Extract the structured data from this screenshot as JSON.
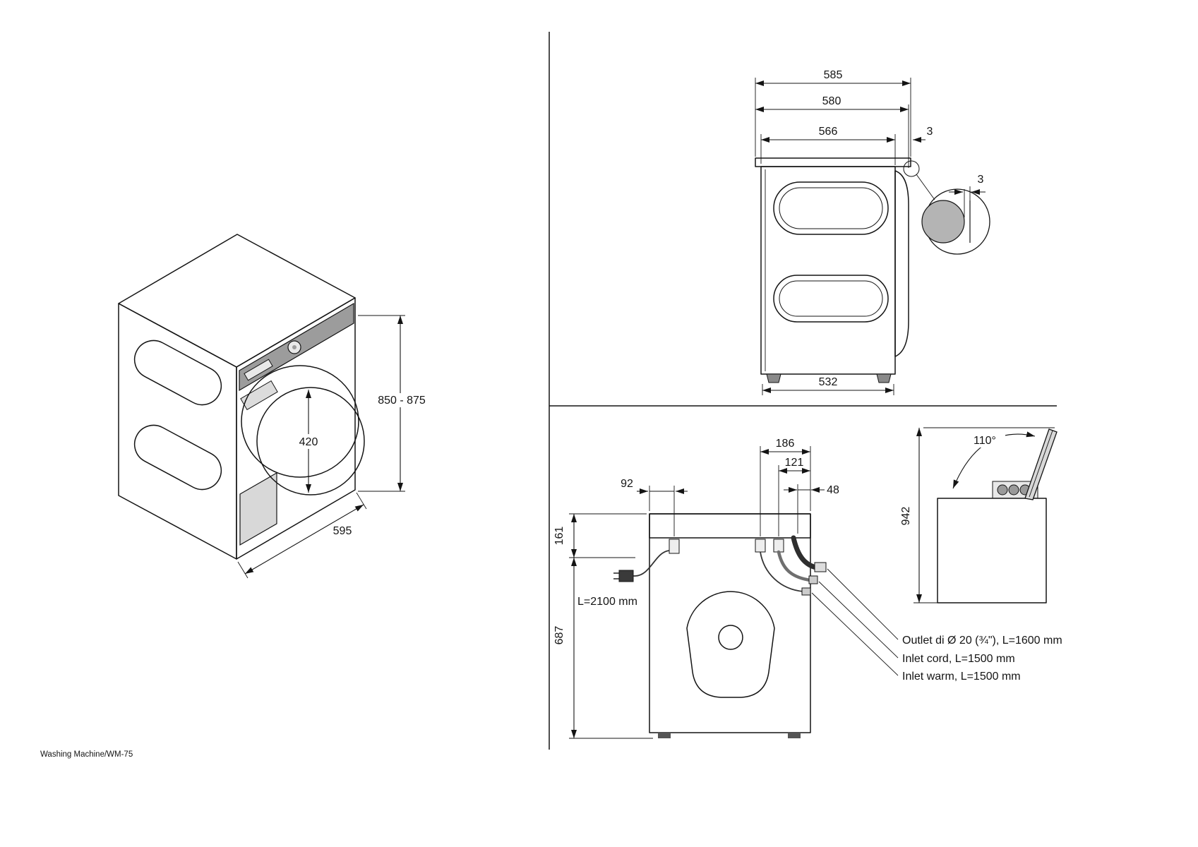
{
  "footer": {
    "label": "Washing Machine/WM-75"
  },
  "iso_view": {
    "height": "850 - 875",
    "width": "595",
    "door": "420"
  },
  "side_view": {
    "d585": "585",
    "d580": "580",
    "d566": "566",
    "d3_top": "3",
    "d3_detail": "3",
    "d532": "532"
  },
  "rear_view": {
    "d186": "186",
    "d121": "121",
    "d48": "48",
    "d92": "92",
    "d161": "161",
    "d687": "687",
    "cord": "L=2100 mm",
    "notes": [
      "Outlet di Ø 20 (¾\"), L=1600 mm",
      "Inlet cord, L=1500 mm",
      "Inlet warm, L=1500 mm"
    ]
  },
  "open_view": {
    "angle": "110°",
    "d942": "942"
  }
}
